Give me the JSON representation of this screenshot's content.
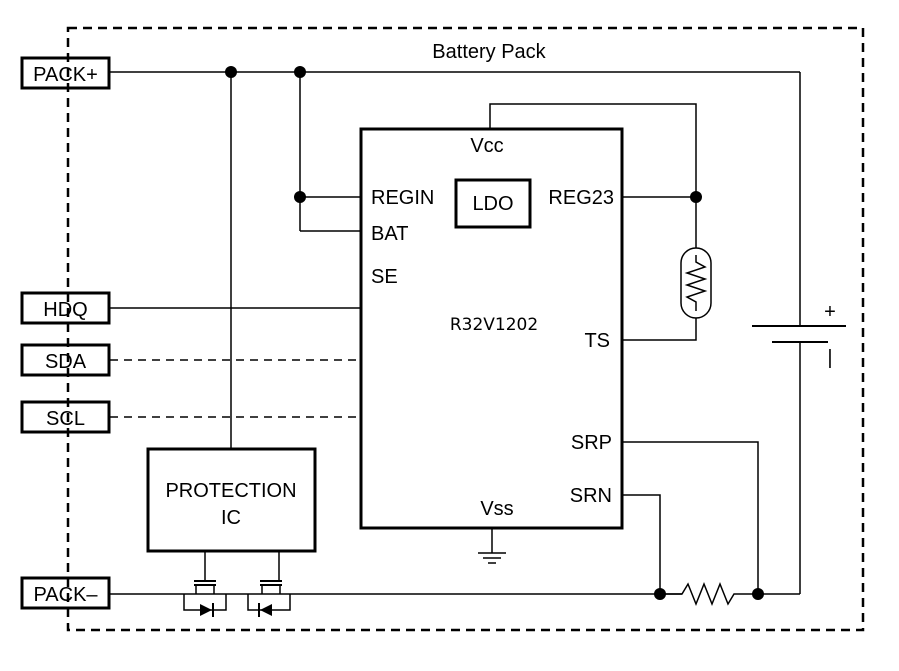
{
  "diagram": {
    "boundary_label": "Battery Pack",
    "pins": {
      "pack_plus": "PACK+",
      "hdq": "HDQ",
      "sda": "SDA",
      "scl": "SCL",
      "pack_minus": "PACK–"
    },
    "gauge_ic": {
      "name": "R32V1202",
      "vcc": "Vcc",
      "regin": "REGIN",
      "bat": "BAT",
      "se": "SE",
      "ldo": "LDO",
      "reg23": "REG23",
      "ts": "TS",
      "srp": "SRP",
      "srn": "SRN",
      "vss": "Vss"
    },
    "protection_ic": {
      "line1": "PROTECTION",
      "line2": "IC"
    },
    "battery": {
      "plus": "+",
      "minus": "|"
    }
  }
}
